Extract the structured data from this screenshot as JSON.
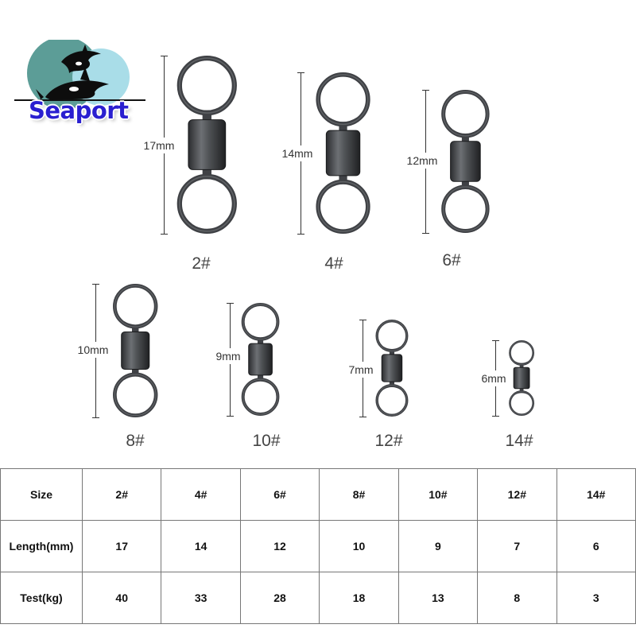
{
  "brand": {
    "name": "Seaport"
  },
  "products": [
    {
      "size": "2#",
      "length_label": "17mm",
      "length_mm": 17
    },
    {
      "size": "4#",
      "length_label": "14mm",
      "length_mm": 14
    },
    {
      "size": "6#",
      "length_label": "12mm",
      "length_mm": 12
    },
    {
      "size": "8#",
      "length_label": "10mm",
      "length_mm": 10
    },
    {
      "size": "10#",
      "length_label": "9mm",
      "length_mm": 9
    },
    {
      "size": "12#",
      "length_label": "7mm",
      "length_mm": 7
    },
    {
      "size": "14#",
      "length_label": "6mm",
      "length_mm": 6
    }
  ],
  "table": {
    "rows": [
      {
        "header": "Size",
        "cells": [
          "2#",
          "4#",
          "6#",
          "8#",
          "10#",
          "12#",
          "14#"
        ]
      },
      {
        "header": "Length(mm)",
        "cells": [
          "17",
          "14",
          "12",
          "10",
          "9",
          "7",
          "6"
        ]
      },
      {
        "header": "Test(kg)",
        "cells": [
          "40",
          "33",
          "28",
          "18",
          "13",
          "8",
          "3"
        ]
      }
    ]
  },
  "colors": {
    "metal": "#3f4145",
    "metal_light": "#6d7074",
    "logo_teal": "#5c9d97",
    "logo_aqua": "#a9dde8",
    "logo_text": "#2a1fd0",
    "line": "#333333"
  }
}
